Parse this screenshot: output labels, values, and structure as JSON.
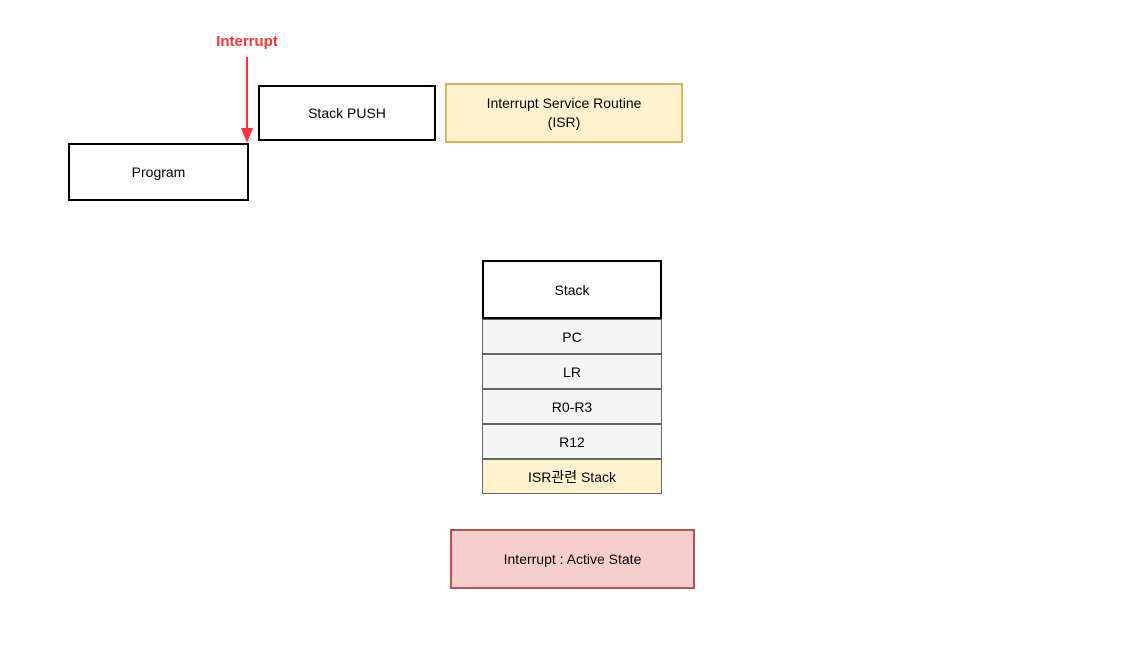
{
  "diagram": {
    "interrupt_label": "Interrupt",
    "stack_push_box": "Stack PUSH",
    "isr_box": {
      "line1": "Interrupt Service Routine",
      "line2": "(ISR)"
    },
    "program_box": "Program",
    "stack_table": {
      "header": "Stack",
      "rows": [
        {
          "label": "PC",
          "style": "gray"
        },
        {
          "label": "LR",
          "style": "gray"
        },
        {
          "label": "R0-R3",
          "style": "gray"
        },
        {
          "label": "R12",
          "style": "gray"
        },
        {
          "label": "ISR관련 Stack",
          "style": "yellow"
        }
      ]
    },
    "active_state_box": "Interrupt : Active State",
    "colors": {
      "red": "#FF3333",
      "yellow_fill": "#FFF2CC",
      "yellow_stroke": "#D6B656",
      "pink_fill": "#F8CECC",
      "pink_stroke": "#B85450",
      "gray_fill": "#F5F5F5",
      "gray_stroke": "#666666"
    }
  }
}
